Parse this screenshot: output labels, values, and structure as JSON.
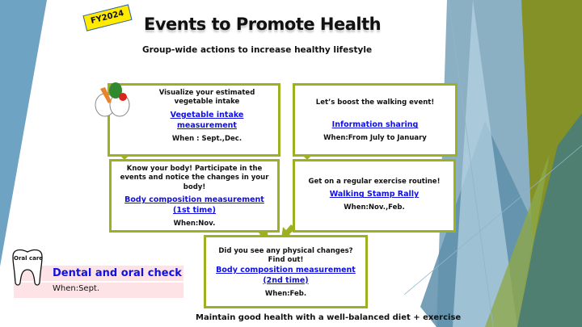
{
  "header": {
    "badge": "FY2024",
    "title": "Events to Promote Health",
    "subtitle": "Group-wide actions to increase healthy lifestyle"
  },
  "boxes": [
    {
      "intro": "Visualize your estimated vegetable intake",
      "link": "Vegetable intake measurement",
      "when": "When : Sept.,Dec."
    },
    {
      "intro": "Let’s boost the walking event!",
      "link": "Information sharing",
      "when": "When:From July to January"
    },
    {
      "intro": "Know your body! Participate in the events and notice the changes in your body!",
      "link": "Body composition measurement (1st time)",
      "when": "When:Nov."
    },
    {
      "intro": "Get on a regular exercise routine!",
      "link": "Walking Stamp Rally",
      "when": "When:Nov.,Feb."
    },
    {
      "intro": "Did you see any physical changes? Find out!",
      "link": "Body composition measurement (2nd time)",
      "when": "When:Feb."
    }
  ],
  "oral": {
    "label": "Oral care",
    "title": "Dental and oral check",
    "when": "When:Sept."
  },
  "footer": "Maintain good health with a well-balanced diet + exercise",
  "colors": {
    "border": "#9cb021",
    "link": "#1010e0",
    "pink": "#fde3e6"
  }
}
